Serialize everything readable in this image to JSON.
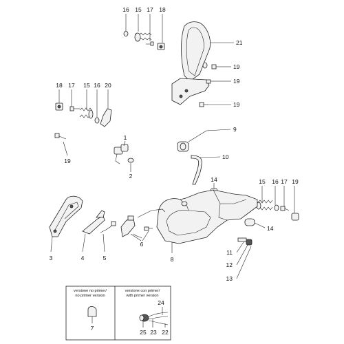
{
  "callouts": {
    "c16_top": "16",
    "c15_top": "15",
    "c17_top": "17",
    "c18_top": "18",
    "c21": "21",
    "c19_a": "19",
    "c19_b": "19",
    "c19_c": "19",
    "c19_left": "19",
    "c19_right": "19",
    "c18_left": "18",
    "c17_left": "17",
    "c15_left": "15",
    "c16_left": "16",
    "c20": "20",
    "c1": "1",
    "c2": "2",
    "c9": "9",
    "c10": "10",
    "c14_a": "14",
    "c14_b": "14",
    "c15_right": "15",
    "c16_right": "16",
    "c17_right": "17",
    "c3": "3",
    "c4": "4",
    "c5": "5",
    "c6": "6",
    "c8": "8",
    "c11": "11",
    "c12": "12",
    "c13": "13",
    "c7": "7",
    "c22": "22",
    "c23": "23",
    "c24": "24",
    "c25": "25"
  },
  "legend": {
    "left_line1": "versione no primer/",
    "left_line2": "no primer version",
    "right_line1": "versione con primer/",
    "right_line2": "with primer version"
  }
}
